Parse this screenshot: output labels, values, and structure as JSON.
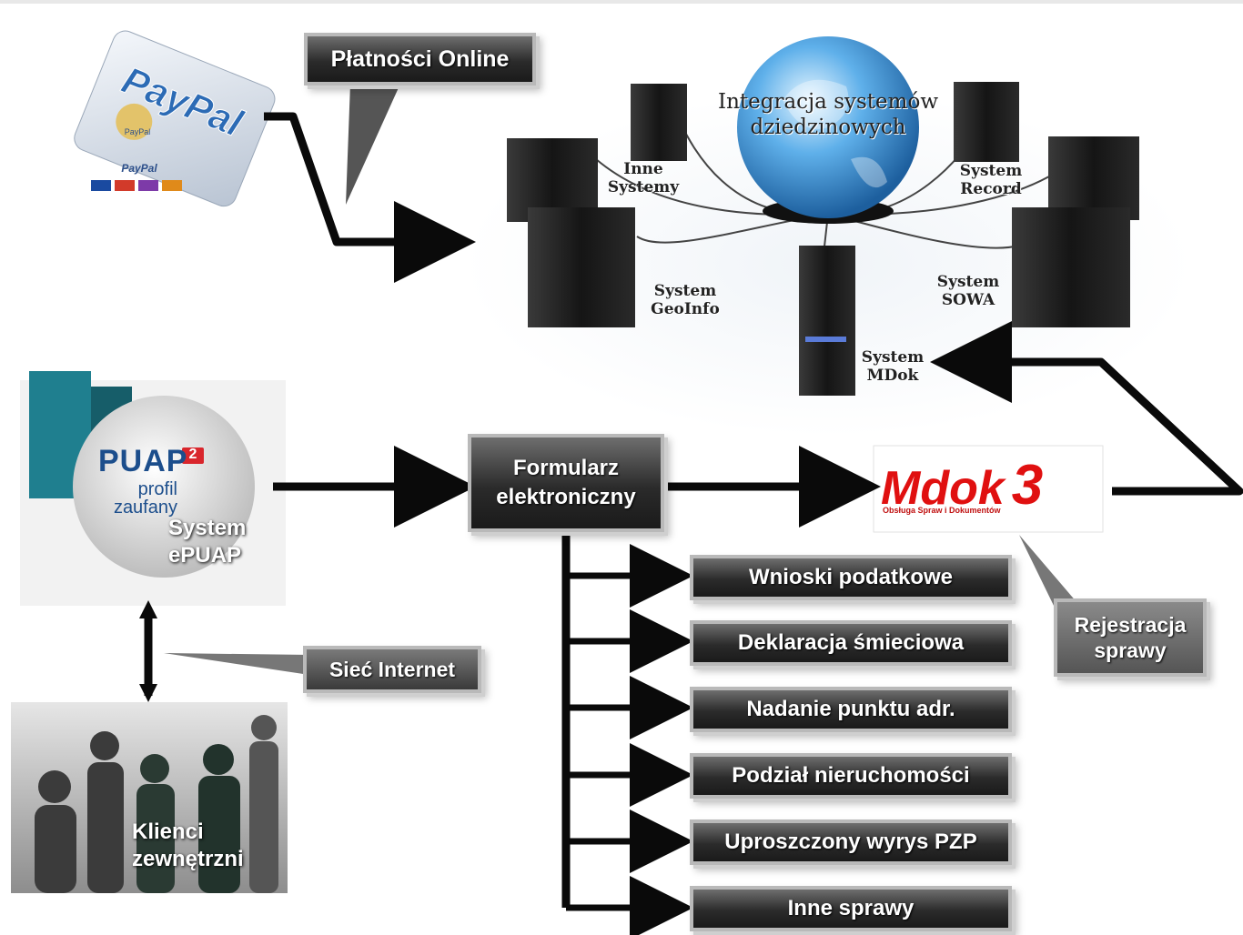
{
  "callouts": {
    "payments": "Płatności Online",
    "internet": "Sieć Internet",
    "registration": "Rejestracja sprawy"
  },
  "paypal_card": {
    "brand": "PayPal",
    "badge": "PayPal",
    "sub": "PayPal"
  },
  "integration": {
    "title": "Integracja systemów dziedzinowych",
    "systems": {
      "inne": "Inne Systemy",
      "record": "System Record",
      "geoinfo": "System GeoInfo",
      "sowa": "System SOWA",
      "mdok": "System MDok"
    }
  },
  "epuap": {
    "label": "System ePUAP",
    "logo": "PUAP",
    "logo_version": "2",
    "profile": "profil zaufany"
  },
  "clients": {
    "label": "Klienci zewnętrzni"
  },
  "form": {
    "label": "Formularz elektroniczny"
  },
  "mdok_logo": {
    "name": "Mdok",
    "version": "3",
    "tagline": "Obsługa Spraw i Dokumentów"
  },
  "cases": [
    "Wnioski podatkowe",
    "Deklaracja śmieciowa",
    "Nadanie punktu adr.",
    "Podział nieruchomości",
    "Uproszczony wyrys PZP",
    "Inne sprawy"
  ],
  "colors": {
    "arrow": "#0a0a0a",
    "box_dark": "#2b2b2b",
    "mdok_red": "#e01010",
    "globe": "#3f8fd6"
  }
}
